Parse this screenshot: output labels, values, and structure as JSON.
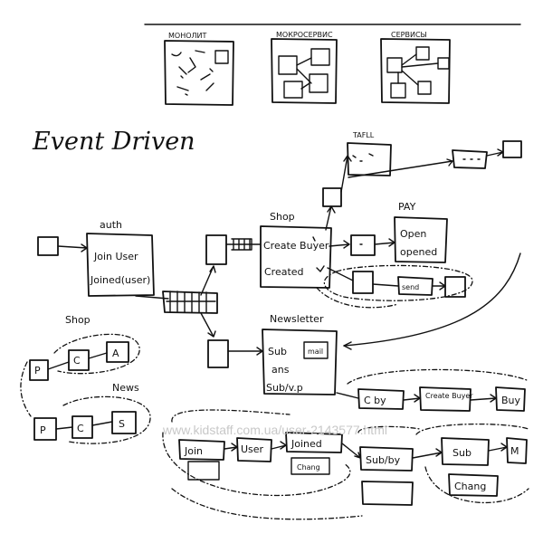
{
  "top": {
    "monolith_label": "МОНОЛИТ",
    "microservices_label": "МОКРОСЕРВИС",
    "services_label": "СЕРВИСЫ"
  },
  "title": "Event Driven",
  "auth": {
    "label": "auth",
    "box_line1": "Join User",
    "box_line2": "Joined(user)"
  },
  "shop": {
    "label": "Shop",
    "box_line1": "Create Buyer",
    "box_line2": "Created"
  },
  "tafll": {
    "label": "TAFLL"
  },
  "pay": {
    "label": "PAY",
    "box_line1": "Open",
    "box_line2": "opened",
    "send_label": "send"
  },
  "newsletter": {
    "label": "Newsletter",
    "line1": "Sub",
    "line2": "ans",
    "line3": "Sub/v.p",
    "mail_label": "mail"
  },
  "left_groups": {
    "shop_label": "Shop",
    "shop_p": "P",
    "shop_c": "C",
    "shop_a": "A",
    "news_label": "News",
    "news_p": "P",
    "news_c": "C",
    "news_s": "S"
  },
  "bottom": {
    "join": "Join",
    "user": "User",
    "joined": "Joined",
    "change": "Chang",
    "subby": "Sub/by",
    "sub": "Sub",
    "chang2": "Chang",
    "m": "M",
    "cbuy": "C by",
    "create_buyer": "Create Buyer",
    "buy": "Buy"
  },
  "watermark": "www.kidstaff.com.ua/user-2143577.html"
}
